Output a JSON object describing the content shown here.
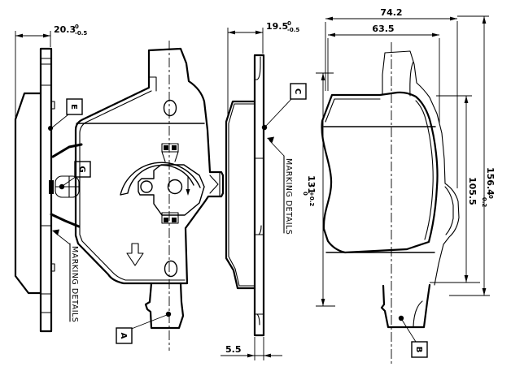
{
  "colors": {
    "line": "#000000",
    "background": "#ffffff"
  },
  "dims": {
    "pad_thickness_left": {
      "value": "20.3",
      "tol_top": "0",
      "tol_bottom": "-0.5"
    },
    "pad_thickness_mid": {
      "value": "19.5",
      "tol_top": "0",
      "tol_bottom": "-0.5"
    },
    "plate_thickness": {
      "value": "5.5"
    },
    "width_overall": {
      "value": "74.2"
    },
    "width_inner": {
      "value": "63.5"
    },
    "height_overall": {
      "value": "156.4",
      "tol_top": "0",
      "tol_bottom": "-0.2"
    },
    "height_friction": {
      "value": "105.5"
    },
    "height_plate": {
      "value": "131",
      "tol_top": "+0.2",
      "tol_bottom": "0"
    }
  },
  "labels": {
    "a": "A",
    "b": "B",
    "c": "C",
    "e": "E",
    "g": "G"
  },
  "notes": {
    "marking_left": "MARKING DETAILS",
    "marking_center": "MARKING DETAILS"
  }
}
